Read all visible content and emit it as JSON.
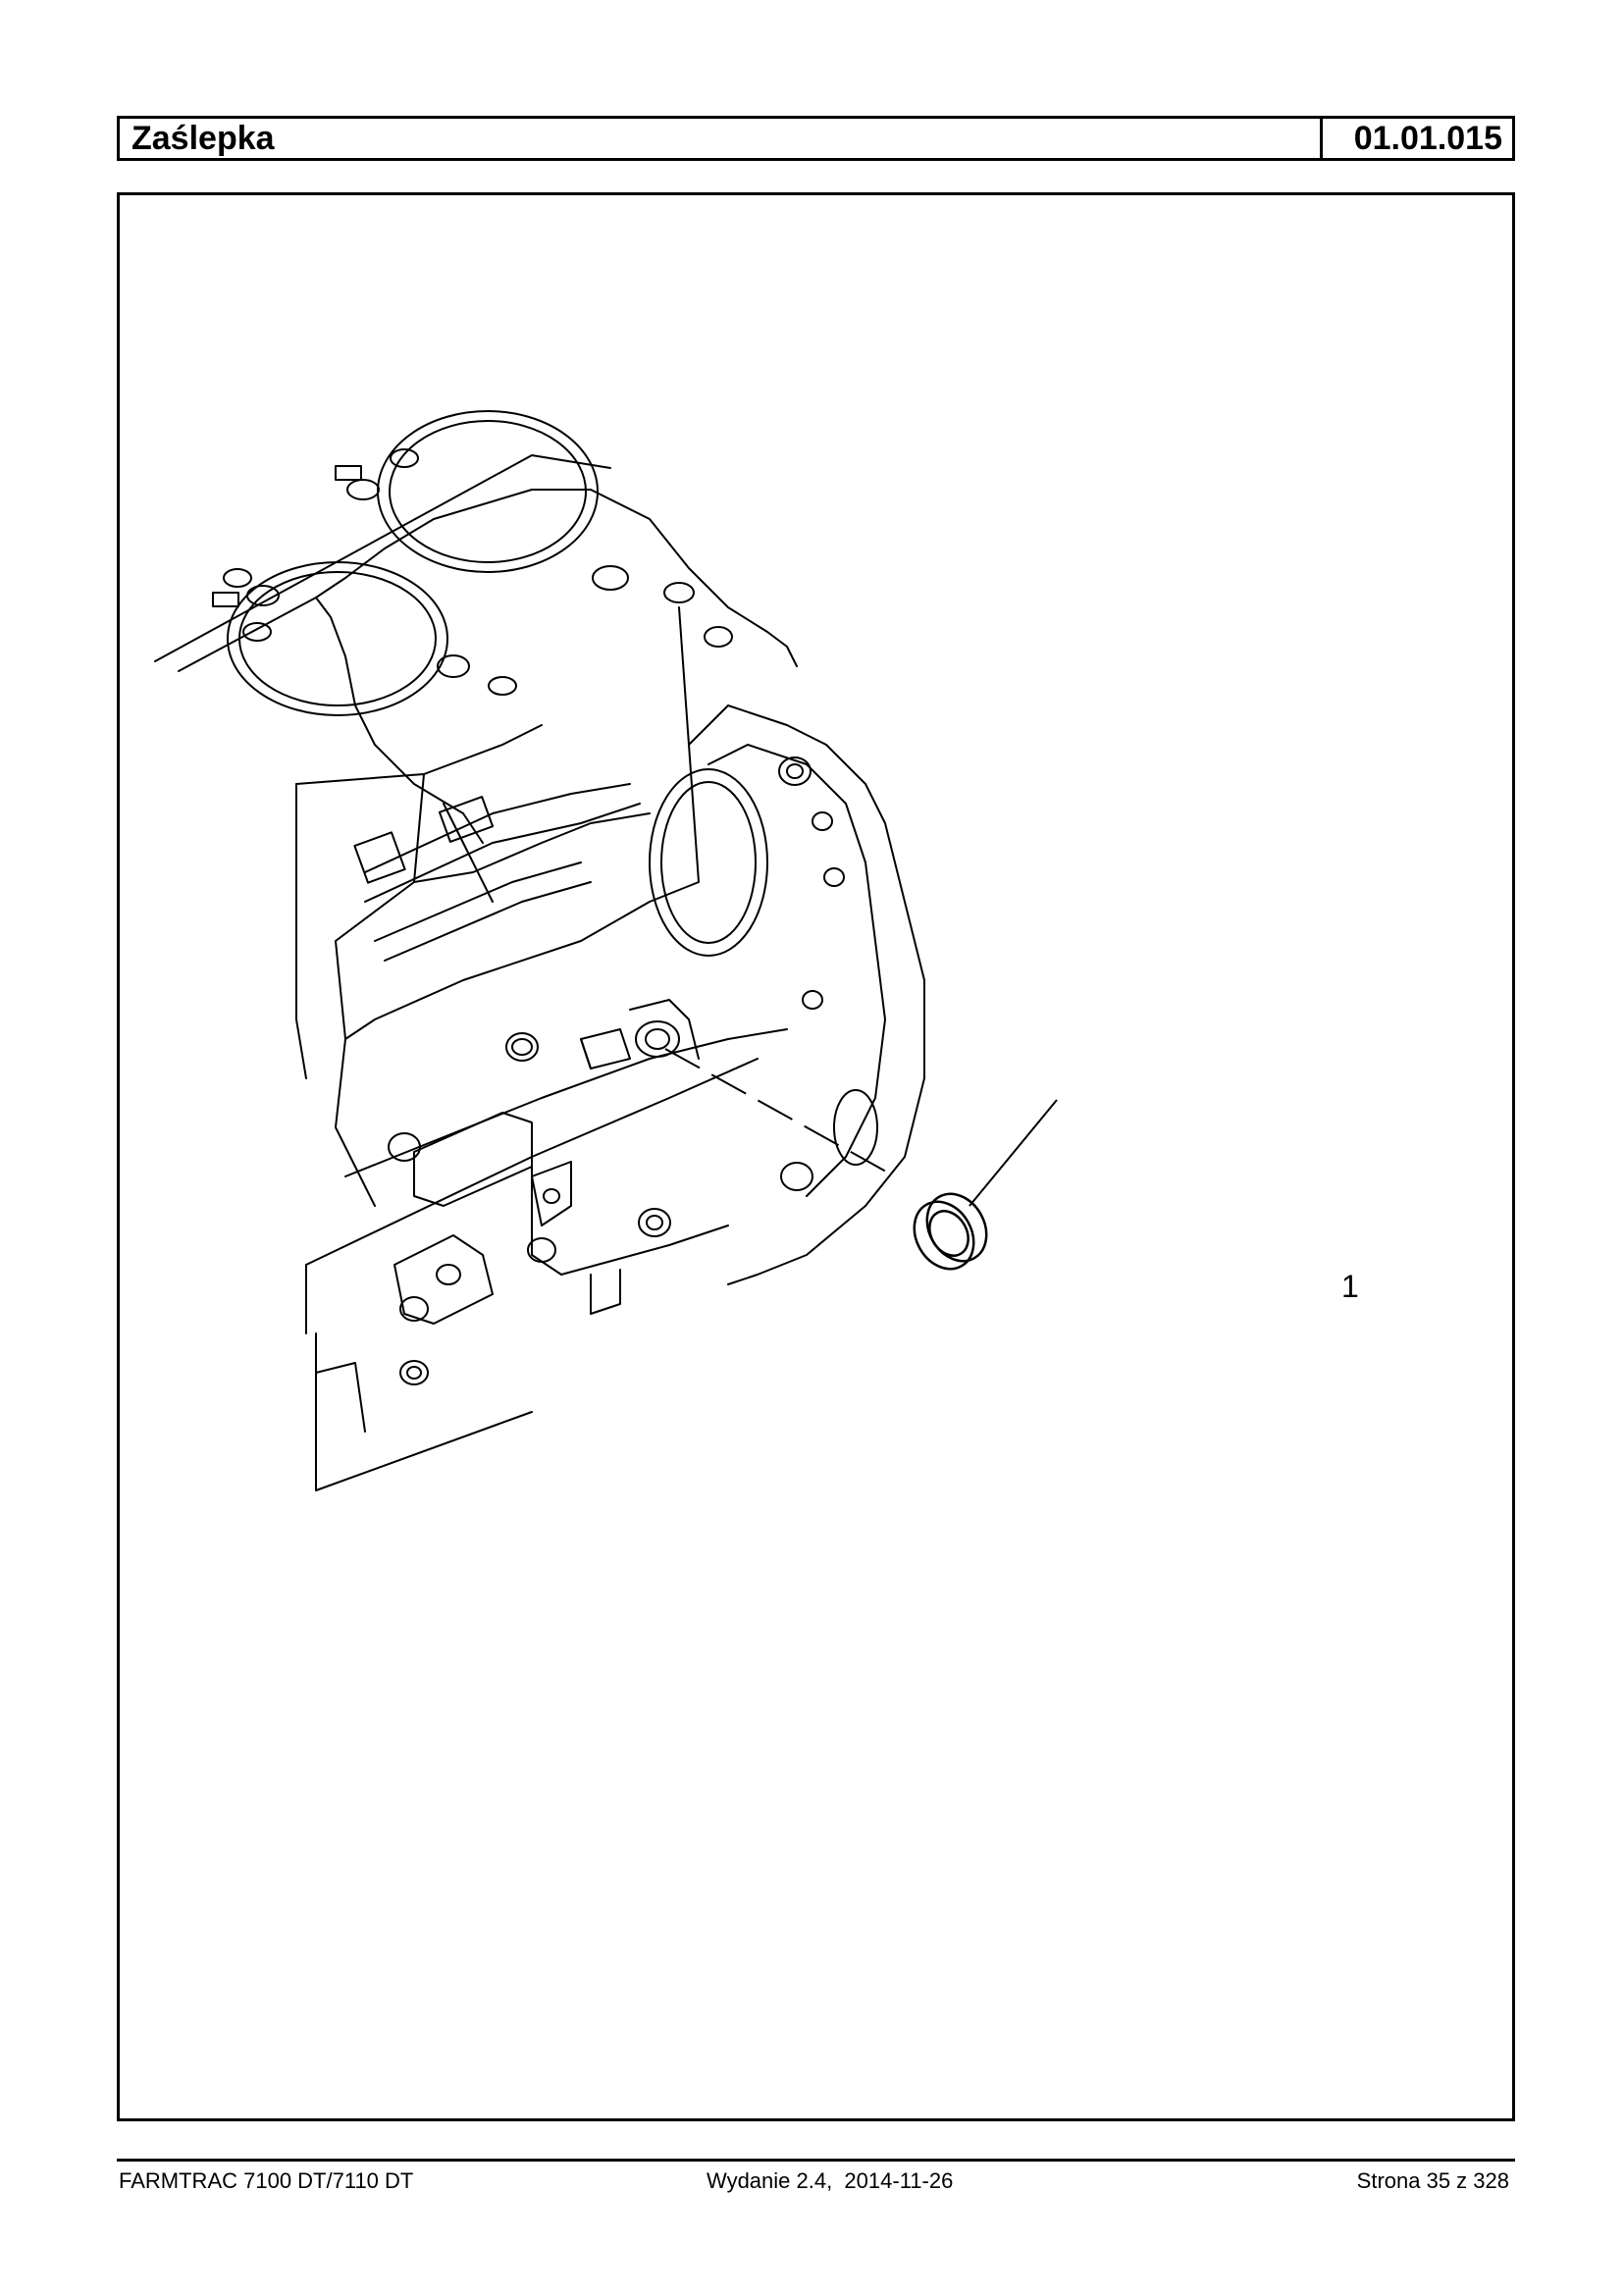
{
  "header": {
    "title": "Zaślepka",
    "code": "01.01.015"
  },
  "figure": {
    "callout_label": "1"
  },
  "footer": {
    "model": "FARMTRAC 7100 DT/7110 DT",
    "edition": "Wydanie 2.4,  2014-11-26",
    "page": "Strona 35 z 328"
  }
}
